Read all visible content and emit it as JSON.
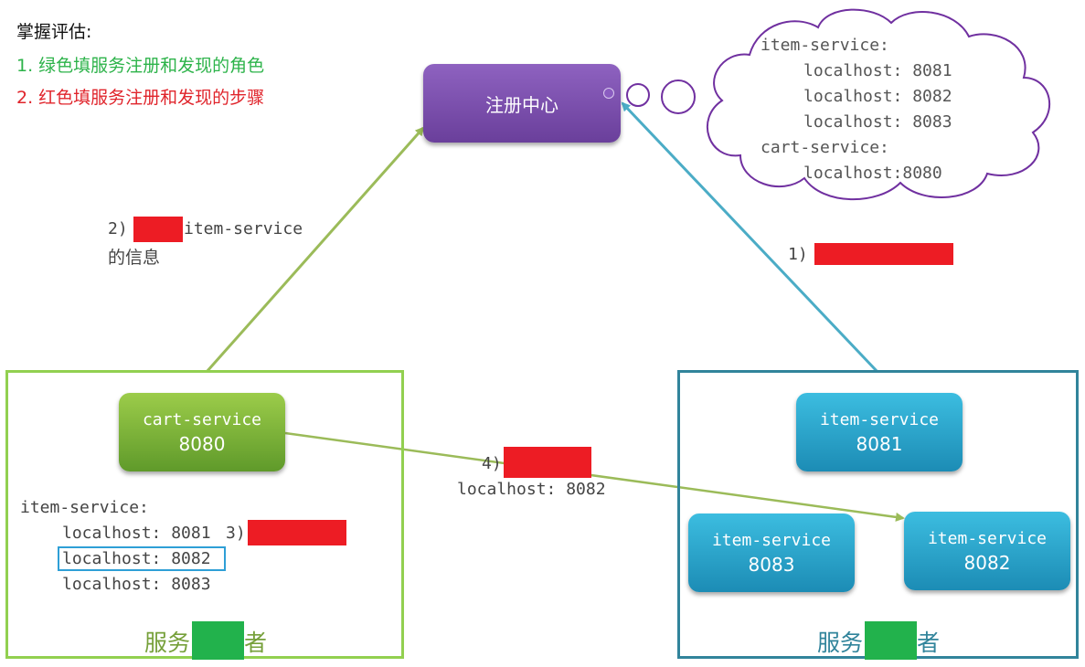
{
  "header": {
    "title": "掌握评估:",
    "hint_green": "1. 绿色填服务注册和发现的角色",
    "hint_red": "2. 红色填服务注册和发现的步骤"
  },
  "registry": {
    "label": "注册中心"
  },
  "cloud": {
    "lines": [
      "item-service:",
      "localhost: 8081",
      "localhost: 8082",
      "localhost: 8083",
      "cart-service:",
      "localhost:8080"
    ]
  },
  "steps": {
    "step1_prefix": "1)",
    "step2_prefix": "2)",
    "step2_suffix": "item-service",
    "step2_line2": "的信息",
    "step3_prefix": "3)",
    "step4_prefix": "4)",
    "step4_target": "localhost: 8082"
  },
  "consumer": {
    "service_name": "cart-service",
    "port": "8080",
    "list_title": "item-service:",
    "list": [
      "localhost: 8081",
      "localhost: 8082",
      "localhost: 8083"
    ],
    "role_prefix": "服务",
    "role_suffix": "者"
  },
  "provider": {
    "instances": [
      {
        "name": "item-service",
        "port": "8081"
      },
      {
        "name": "item-service",
        "port": "8083"
      },
      {
        "name": "item-service",
        "port": "8082"
      }
    ],
    "role_prefix": "服务",
    "role_suffix": "者"
  },
  "colors": {
    "green_arrow": "#9bbb59",
    "blue_arrow": "#4bacc6",
    "registry": "#7a4fae",
    "cloud_outline": "#7030a0",
    "redact_red": "#ed1c24",
    "redact_green": "#22b24c",
    "consumer_border": "#92d050",
    "provider_border": "#31849b"
  }
}
